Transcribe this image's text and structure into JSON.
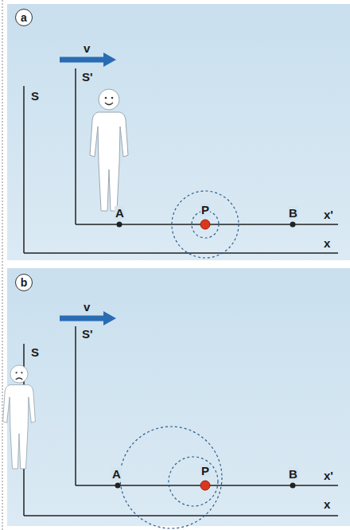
{
  "diagram": {
    "nodes": [
      {
        "text": [
          "a"
        ]
      },
      {
        "text": [
          "b"
        ]
      }
    ],
    "labels": [
      "v",
      "S'",
      "S",
      "A",
      "P",
      "B",
      "x'",
      "x",
      "v",
      "S'",
      "S",
      "A",
      "P",
      "B",
      "x'",
      "x"
    ]
  }
}
